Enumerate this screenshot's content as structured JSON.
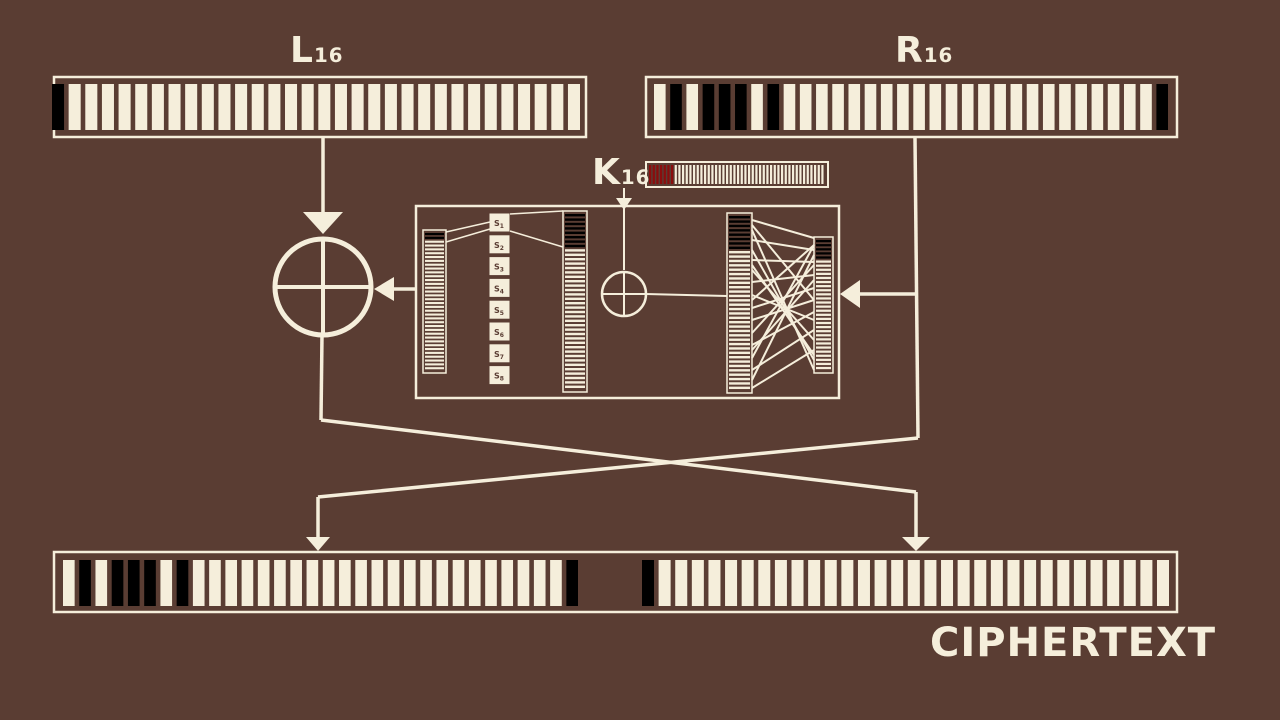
{
  "colors": {
    "background": "#5a3d33",
    "line": "#f5eedb",
    "bit_one": "#000000",
    "bit_zero": "#f5eedb",
    "key_highlight": "#8b0d0d"
  },
  "labels": {
    "left_half": {
      "main": "L",
      "sub": "16"
    },
    "right_half": {
      "main": "R",
      "sub": "16"
    },
    "round_key": {
      "main": "K",
      "sub": "16"
    },
    "output": "CIPHERTEXT"
  },
  "sboxes": [
    {
      "main": "S",
      "sub": "1"
    },
    {
      "main": "S",
      "sub": "2"
    },
    {
      "main": "S",
      "sub": "3"
    },
    {
      "main": "S",
      "sub": "4"
    },
    {
      "main": "S",
      "sub": "5"
    },
    {
      "main": "S",
      "sub": "6"
    },
    {
      "main": "S",
      "sub": "7"
    },
    {
      "main": "S",
      "sub": "8"
    }
  ],
  "registers": {
    "l16_bits": "10000000000000000000000000000000",
    "r16_bits": "01011101000000000000000000000001",
    "ciphertext_left": "01011101000000000000000000000001",
    "ciphertext_right": "10000000000000000000000000000000",
    "k16_highlight_count": 7,
    "k16_total_bits": 48
  }
}
